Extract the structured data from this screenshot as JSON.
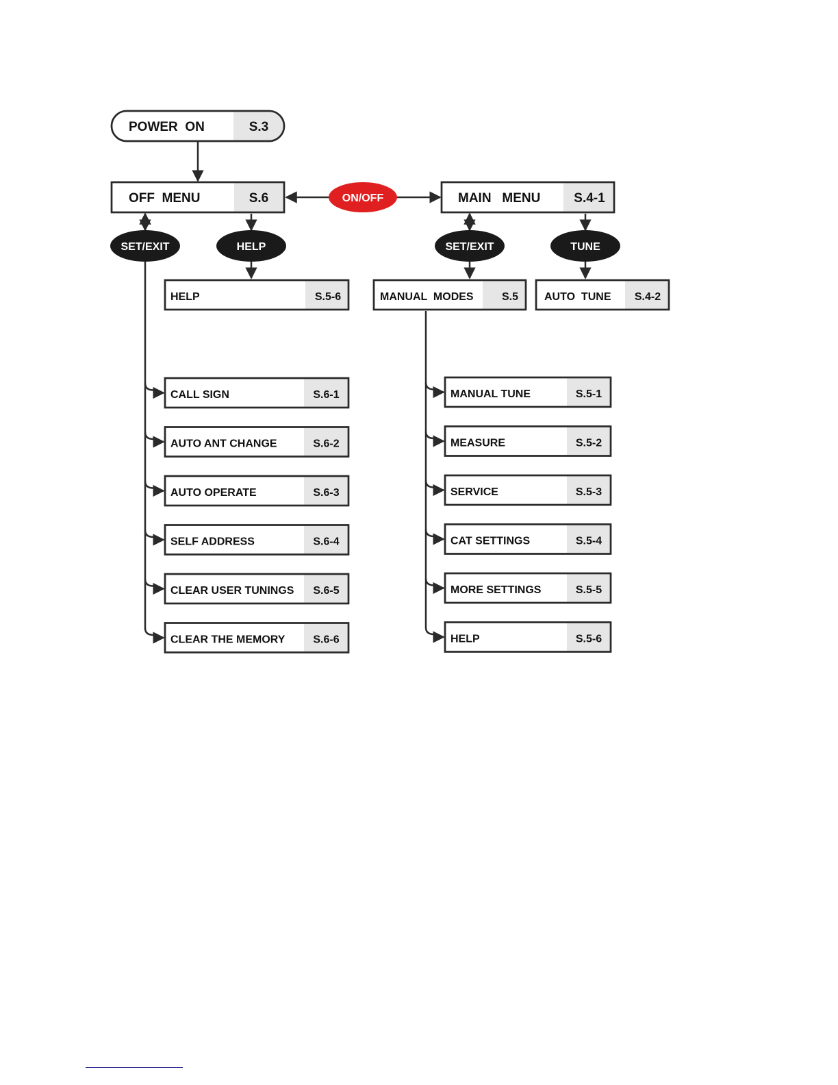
{
  "power_on": {
    "label": "POWER  ON",
    "code": "S.3"
  },
  "off_menu": {
    "label": "OFF  MENU",
    "code": "S.6"
  },
  "main_menu": {
    "label": "MAIN   MENU",
    "code": "S.4-1"
  },
  "buttons": {
    "on_off": "ON/OFF",
    "off_set_exit": "SET/EXIT",
    "off_help": "HELP",
    "main_set_exit": "SET/EXIT",
    "main_tune": "TUNE"
  },
  "help_box": {
    "label": "HELP",
    "code": "S.5-6"
  },
  "manual_modes": {
    "label": "MANUAL  MODES",
    "code": "S.5"
  },
  "auto_tune": {
    "label": "AUTO  TUNE",
    "code": "S.4-2"
  },
  "off_items": [
    {
      "label": "CALL  SIGN",
      "code": "S.6-1"
    },
    {
      "label": "AUTO  ANT  CHANGE",
      "code": "S.6-2"
    },
    {
      "label": "AUTO  OPERATE",
      "code": "S.6-3"
    },
    {
      "label": "SELF  ADDRESS",
      "code": "S.6-4"
    },
    {
      "label": "CLEAR USER TUNINGS",
      "code": "S.6-5"
    },
    {
      "label": "CLEAR  THE  MEMORY",
      "code": "S.6-6"
    }
  ],
  "manual_items": [
    {
      "label": "MANUAL  TUNE",
      "code": "S.5-1"
    },
    {
      "label": "MEASURE",
      "code": "S.5-2"
    },
    {
      "label": "SERVICE",
      "code": "S.5-3"
    },
    {
      "label": "CAT  SETTINGS",
      "code": "S.5-4"
    },
    {
      "label": "MORE  SETTINGS",
      "code": "S.5-5"
    },
    {
      "label": "HELP",
      "code": "S.5-6"
    }
  ],
  "colors": {
    "on_off_button": "#e02020",
    "dark_button": "#1a1a1a",
    "code_cell": "#e6e6e6",
    "stroke": "#2a2a2a"
  }
}
